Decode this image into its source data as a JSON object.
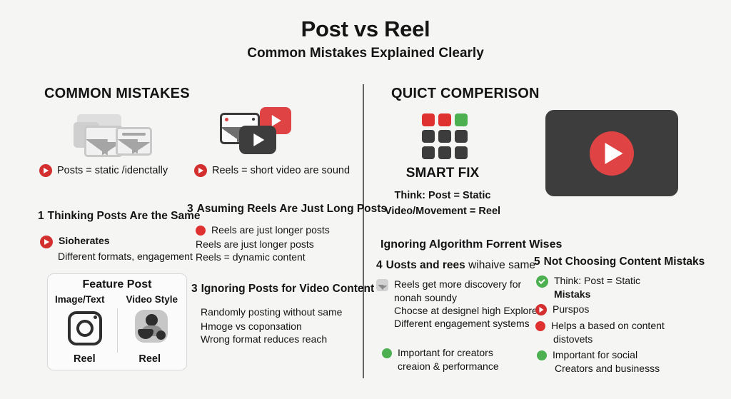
{
  "header": {
    "title": "Post vs Reel",
    "subtitle": "Common Mistakes Explained Clearly"
  },
  "left": {
    "heading": "COMMON MISTAKES",
    "caption_posts": "Posts = static /idenctally",
    "caption_reels": "Reels = short video are sound",
    "item1": {
      "number": "1",
      "title": "Thinking Posts Are the Same",
      "bullet_title": "Sioherates",
      "bullet_sub": "Different formats, engagement"
    },
    "item3a": {
      "number": "3",
      "title": "Asuming Reels Are Just Long Posts",
      "line1": "Reels are just longer posts",
      "line2": "Reels are just longer posts",
      "line3": "Reels = dynamic content"
    },
    "feature_card": {
      "title": "Feature Post",
      "label_left": "Image/Text",
      "label_right": "Video Style",
      "foot_left": "Reel",
      "foot_right": "Reel"
    },
    "item3b": {
      "number": "3",
      "title": "Ignoring Posts for Video Content",
      "line1": "Randomly posting without same",
      "line2": "Hmoge vs coponзation",
      "line3": "Wrong format reduces reach"
    }
  },
  "right": {
    "heading": "QUICT COMPERISON",
    "smart_fix": "SMART FIX",
    "smart_line1": "Think: Post = Static",
    "smart_line2": "Video/Movement = Reel",
    "algorithm_heading": "Ignoring Algorithm Forrent Wises",
    "item4": {
      "number": "4",
      "title_bold": "Uosts and rees",
      "title_rest": "wihaive same",
      "line1": "Reels get more discovery for",
      "line2": "nonah soundy",
      "line3": "Chocse at designel high Explore/",
      "line4": "Different engagement systems",
      "green1": "Important for creators",
      "green2": "creaion & performance"
    },
    "item5": {
      "number": "5",
      "title": "Not Choosing Content Mistaks",
      "check_line1": "Think: Post = Static",
      "check_line2": "Mistaks",
      "play_line": "Purspos",
      "red_line1": "Helps a based on content",
      "red_line2": "distovets",
      "green1": "Important for social",
      "green2": "Creators and businesss"
    }
  },
  "colors": {
    "background": "#f5f5f4",
    "red": "#e03131",
    "green": "#4caf50",
    "dark": "#3d3d3d"
  },
  "grid_cells": [
    "red",
    "red",
    "green",
    "dark",
    "dark",
    "dark",
    "dark",
    "dark",
    "dark"
  ]
}
